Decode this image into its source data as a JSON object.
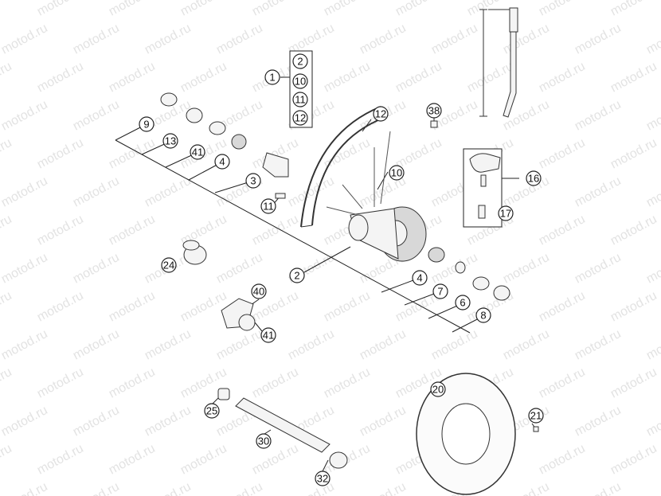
{
  "watermark": "motod.ru",
  "group_box": {
    "main": "1",
    "items": [
      "2",
      "10",
      "11",
      "12"
    ]
  },
  "box16": {
    "main": "16",
    "sub": "17"
  },
  "callouts": {
    "c9": "9",
    "c13": "13",
    "c41a": "41",
    "c4a": "4",
    "c3": "3",
    "c11": "11",
    "c2": "2",
    "c4b": "4",
    "c7": "7",
    "c6": "6",
    "c8": "8",
    "c12": "12",
    "c10": "10",
    "c38": "38",
    "c24": "24",
    "c40": "40",
    "c41b": "41",
    "c20": "20",
    "c21": "21",
    "c25": "25",
    "c30": "30",
    "c32": "32"
  }
}
